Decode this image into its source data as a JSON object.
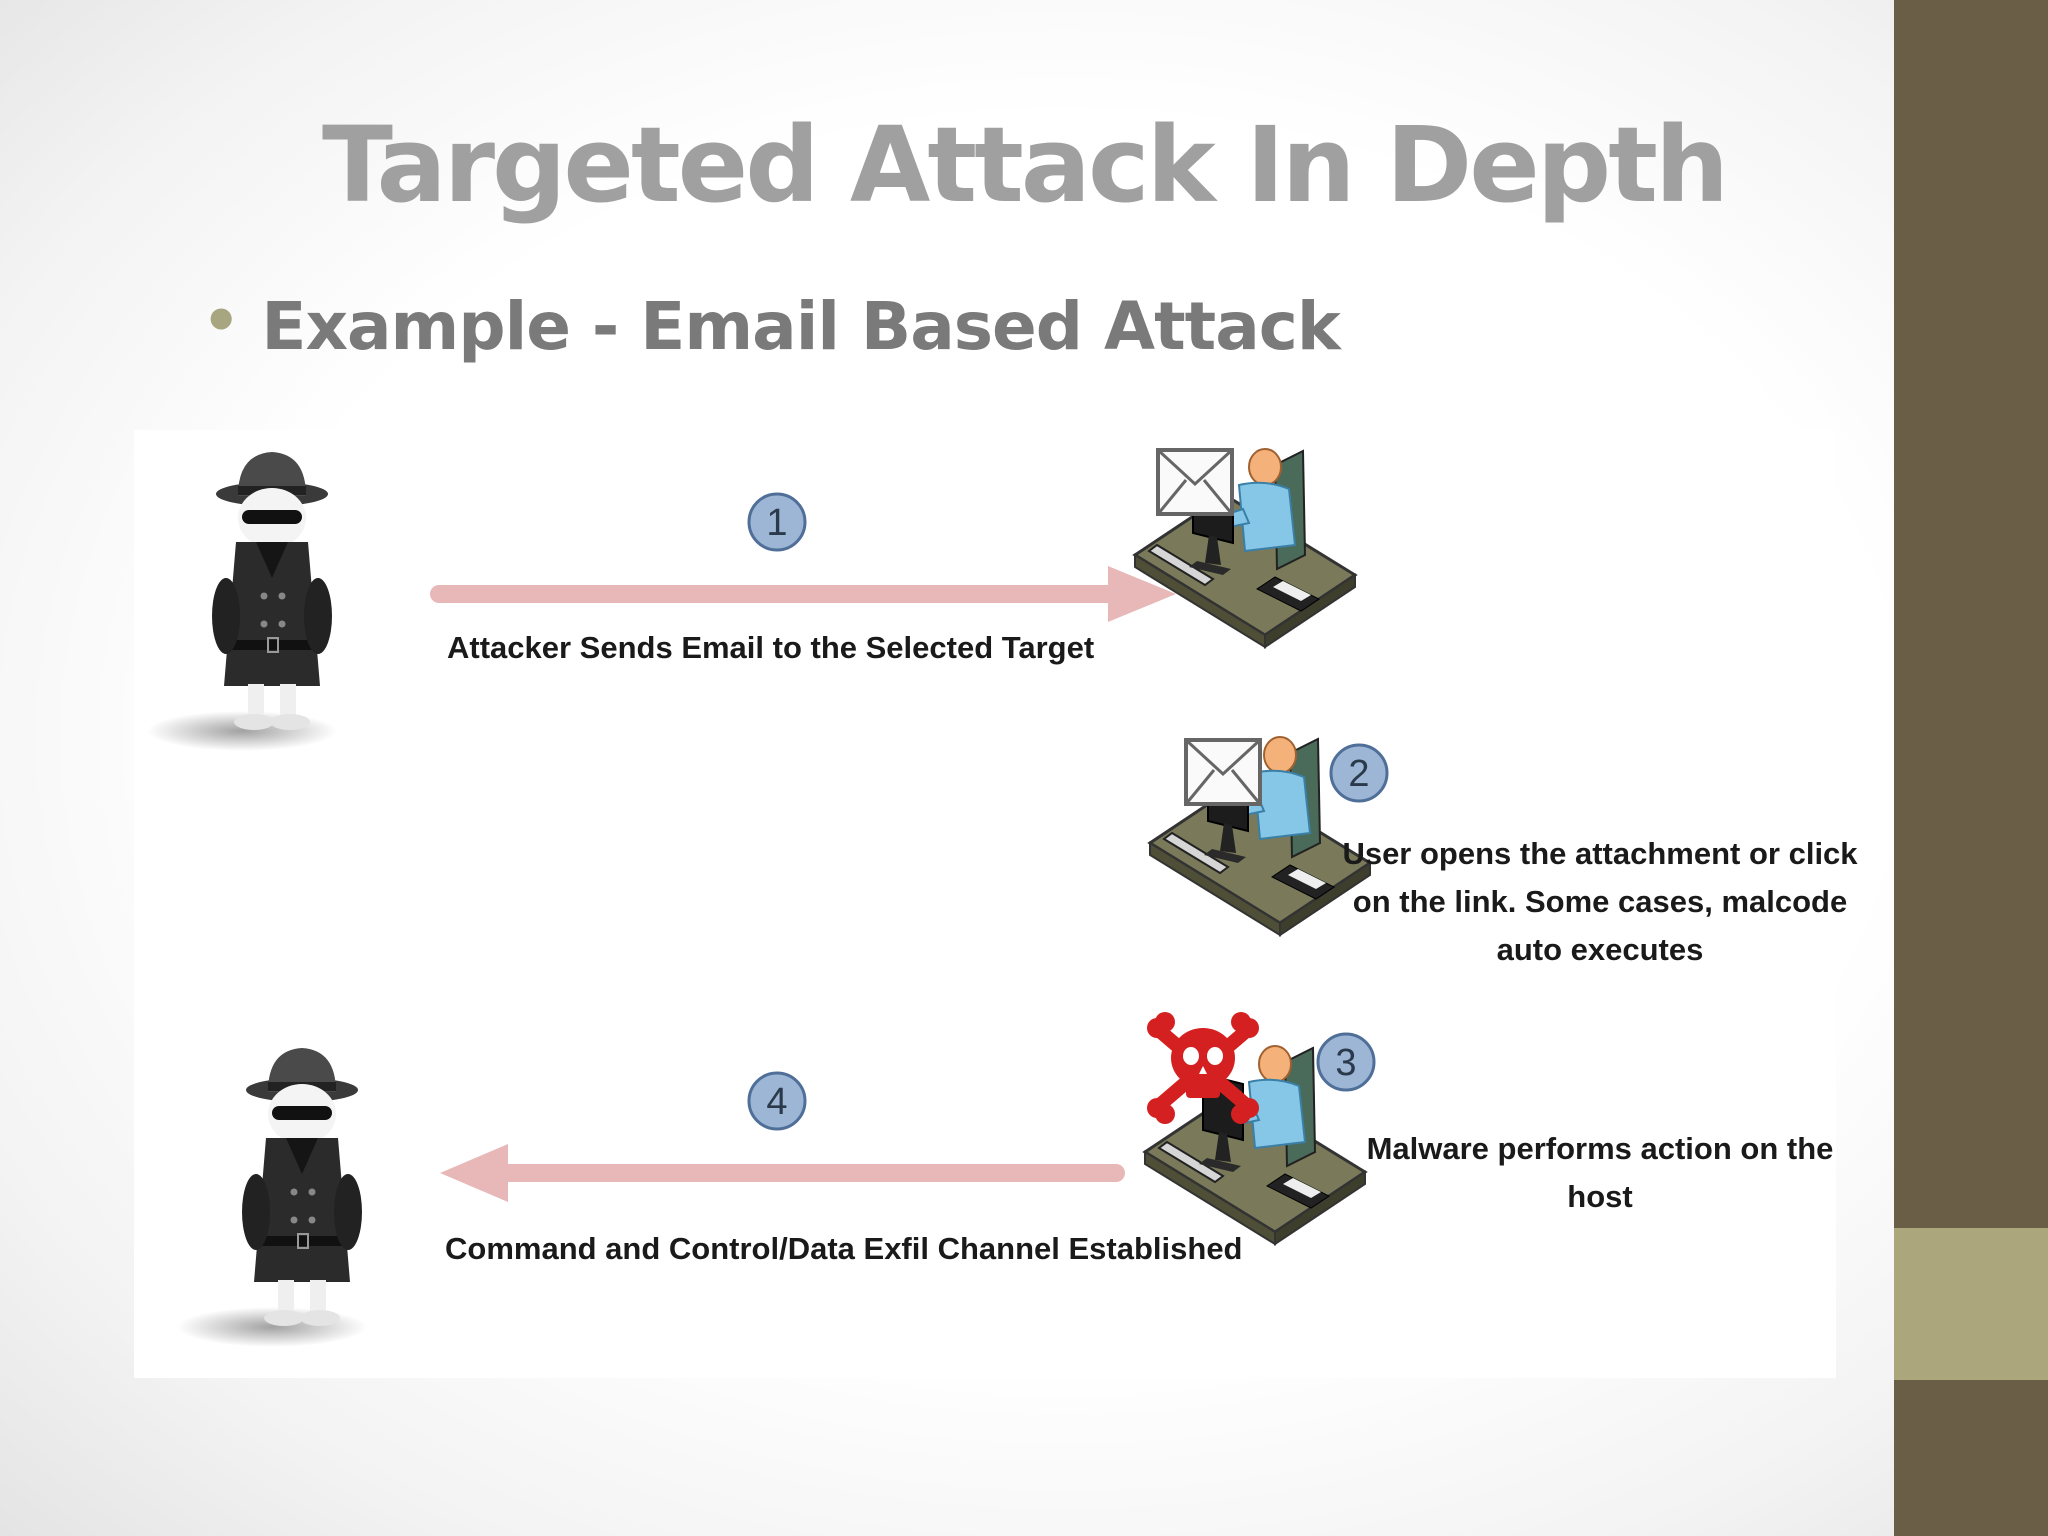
{
  "slide": {
    "title": "Targeted Attack In Depth",
    "bullet": "Example - Email Based Attack"
  },
  "diagram": {
    "steps": [
      {
        "number": "1",
        "caption": [
          "Attacker Sends Email to the Selected Target"
        ]
      },
      {
        "number": "2",
        "caption": [
          "User opens the attachment or click",
          "on the link. Some cases, malcode",
          "auto executes"
        ]
      },
      {
        "number": "3",
        "caption": [
          "Malware performs action on the",
          "host"
        ]
      },
      {
        "number": "4",
        "caption": [
          "Command and Control/Data Exfil Channel Established"
        ]
      }
    ]
  },
  "colors": {
    "title": "#a0a0a0",
    "bullet_text": "#7a7a7a",
    "bullet_dot": "#a8a680",
    "sidebar_dark": "#6b5e46",
    "sidebar_light": "#aba67c",
    "arrow": "#e8b8b8",
    "step_circle_fill": "#9db6d6",
    "step_circle_stroke": "#4f6f99",
    "skull": "#d42020"
  },
  "icons": [
    "attacker-spy-icon",
    "envelope-icon",
    "user-at-desk-icon",
    "skull-crossbones-icon"
  ]
}
